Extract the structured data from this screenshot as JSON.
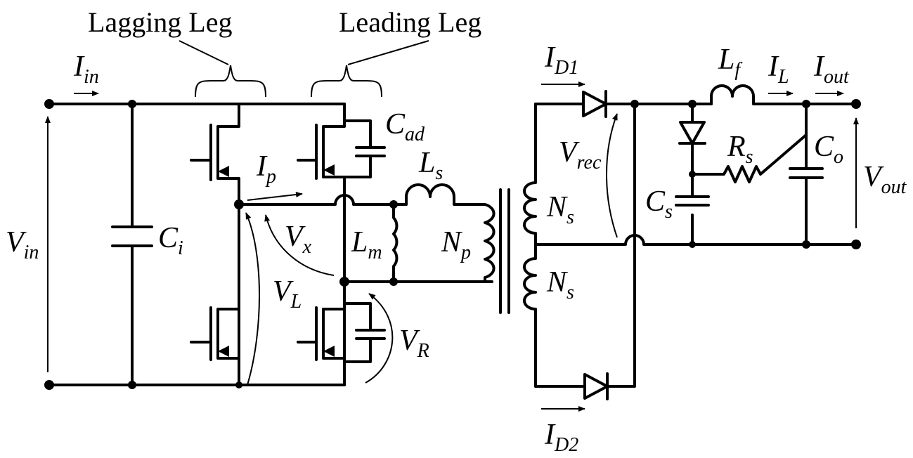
{
  "headers": {
    "lagging": "Lagging Leg",
    "leading": "Leading Leg"
  },
  "labels": {
    "iin": {
      "main": "I",
      "sub": "in"
    },
    "vin": {
      "main": "V",
      "sub": "in"
    },
    "ci": {
      "main": "C",
      "sub": "i"
    },
    "ip": {
      "main": "I",
      "sub": "p"
    },
    "vx": {
      "main": "V",
      "sub": "x"
    },
    "vl": {
      "main": "V",
      "sub": "L"
    },
    "vr": {
      "main": "V",
      "sub": "R"
    },
    "cad": {
      "main": "C",
      "sub": "ad"
    },
    "ls": {
      "main": "L",
      "sub": "s"
    },
    "lm": {
      "main": "L",
      "sub": "m"
    },
    "np": {
      "main": "N",
      "sub": "p"
    },
    "ns1": {
      "main": "N",
      "sub": "s"
    },
    "ns2": {
      "main": "N",
      "sub": "s"
    },
    "id1": {
      "main": "I",
      "sub": "D1"
    },
    "id2": {
      "main": "I",
      "sub": "D2"
    },
    "vrec": {
      "main": "V",
      "sub": "rec"
    },
    "lf": {
      "main": "L",
      "sub": "f"
    },
    "il": {
      "main": "I",
      "sub": "L"
    },
    "iout": {
      "main": "I",
      "sub": "out"
    },
    "rs": {
      "main": "R",
      "sub": "s"
    },
    "cs": {
      "main": "C",
      "sub": "s"
    },
    "co": {
      "main": "C",
      "sub": "o"
    },
    "vout": {
      "main": "V",
      "sub": "out"
    }
  }
}
